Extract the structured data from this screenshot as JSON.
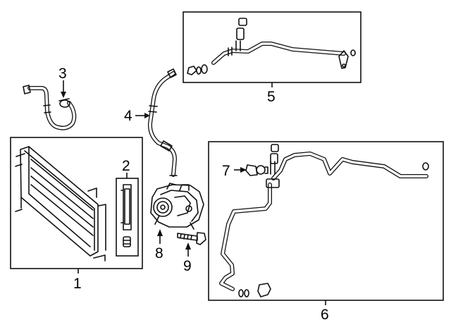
{
  "callouts": [
    {
      "id": "condenser",
      "number": "1"
    },
    {
      "id": "drier",
      "number": "2"
    },
    {
      "id": "suction-hose",
      "number": "3"
    },
    {
      "id": "discharge-hose",
      "number": "4"
    },
    {
      "id": "liquid-line-upper",
      "number": "5"
    },
    {
      "id": "liquid-line-lower",
      "number": "6"
    },
    {
      "id": "pressure-switch",
      "number": "7"
    },
    {
      "id": "compressor",
      "number": "8"
    },
    {
      "id": "bolt",
      "number": "9"
    }
  ]
}
